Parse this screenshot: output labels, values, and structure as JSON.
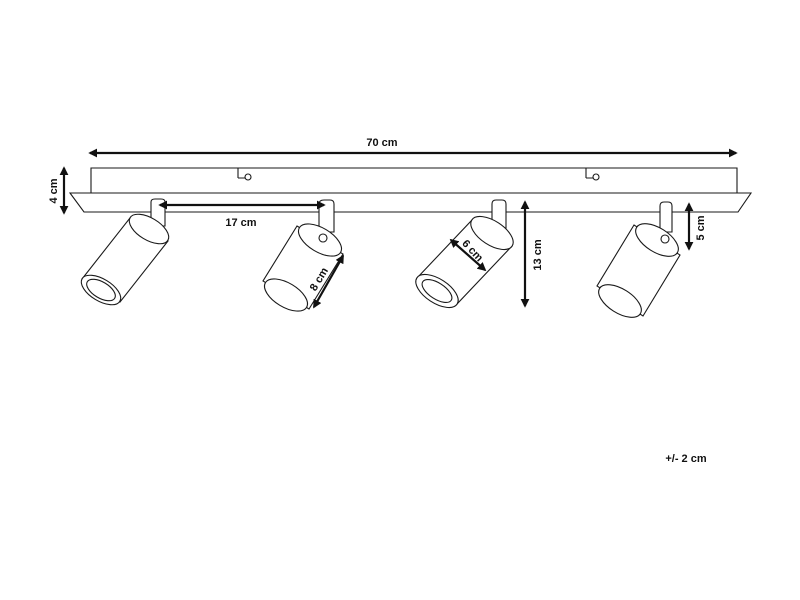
{
  "dimensions": {
    "total_width": "70 cm",
    "base_height": "4 cm",
    "spot_spacing": "17 cm",
    "spot_length": "8 cm",
    "spot_diameter": "6 cm",
    "total_height": "13 cm",
    "arm_height": "5 cm"
  },
  "tolerance": "+/- 2 cm"
}
